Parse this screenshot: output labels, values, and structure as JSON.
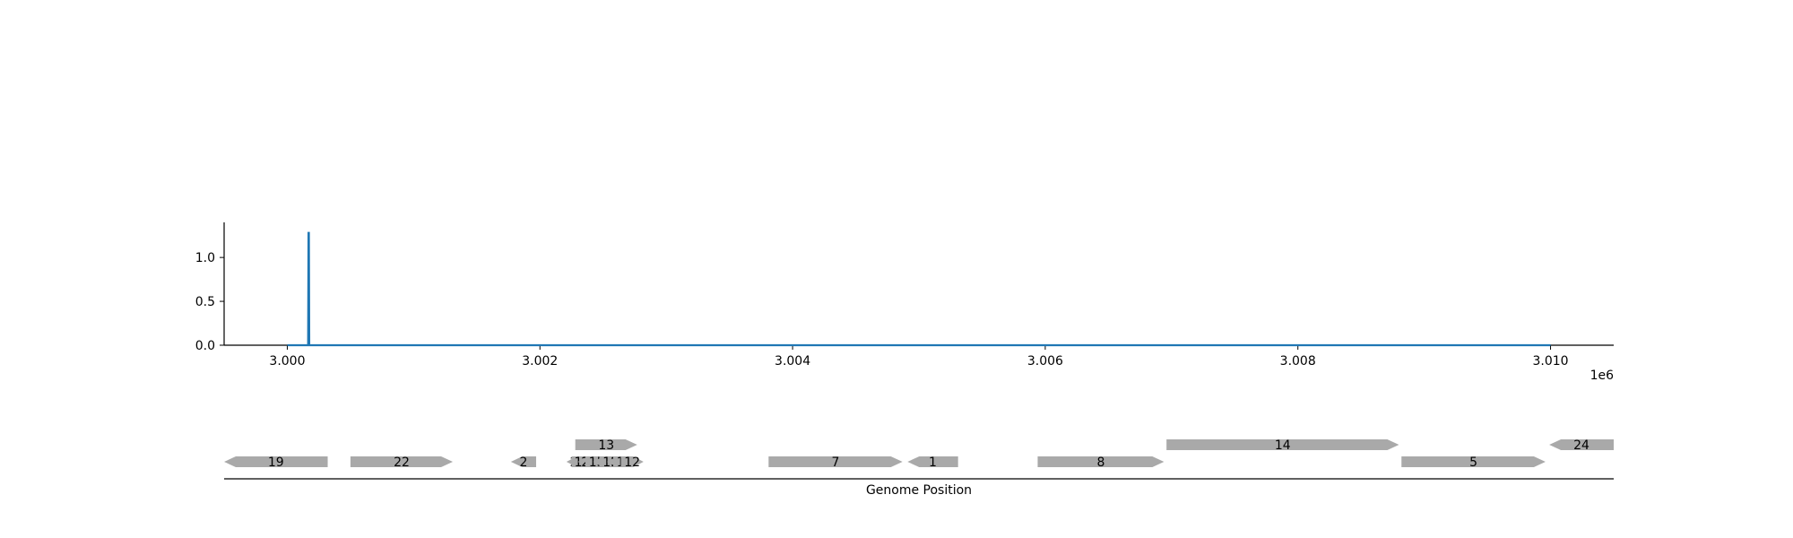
{
  "chart_data": [
    {
      "type": "line",
      "title": "",
      "xlabel": "",
      "ylabel": "",
      "x_offset_label": "1e6",
      "xlim": [
        2999500,
        3010500
      ],
      "ylim": [
        0,
        1.4
      ],
      "xticks": [
        3000000,
        3002000,
        3004000,
        3006000,
        3008000,
        3010000
      ],
      "xtick_labels": [
        "3.000",
        "3.002",
        "3.004",
        "3.006",
        "3.008",
        "3.010"
      ],
      "yticks": [
        0,
        0.5,
        1.0
      ],
      "ytick_labels": [
        "0.0",
        "0.5",
        "1.0"
      ],
      "grid": false,
      "series": [
        {
          "color": "#1f77b4",
          "x": [
            3000000,
            3000165,
            3000168,
            3000171,
            3000174,
            3010000
          ],
          "y": [
            0,
            0,
            1.28,
            1.28,
            0,
            0
          ]
        }
      ]
    },
    {
      "type": "gene_track",
      "xlabel": "Genome Position",
      "xlim": [
        2999500,
        3010500
      ],
      "feature_color": "#a9a9a9",
      "features": [
        {
          "label": "19",
          "start": 2999500,
          "end": 3000320,
          "strand": -1,
          "row": 0
        },
        {
          "label": "22",
          "start": 3000500,
          "end": 3001310,
          "strand": 1,
          "row": 0
        },
        {
          "label": "2",
          "start": 3001770,
          "end": 3001970,
          "strand": -1,
          "row": 0
        },
        {
          "label": "20",
          "start": 3002210,
          "end": 3002390,
          "strand": -1,
          "row": 0
        },
        {
          "label": "17",
          "start": 3002250,
          "end": 3002420,
          "strand": 1,
          "row": 0
        },
        {
          "label": "23",
          "start": 3002300,
          "end": 3002480,
          "strand": -1,
          "row": 0
        },
        {
          "label": "15",
          "start": 3002360,
          "end": 3002540,
          "strand": 1,
          "row": 0
        },
        {
          "label": "4",
          "start": 3002420,
          "end": 3002600,
          "strand": -1,
          "row": 0
        },
        {
          "label": "18",
          "start": 3002470,
          "end": 3002650,
          "strand": 1,
          "row": 0
        },
        {
          "label": "10",
          "start": 3002530,
          "end": 3002710,
          "strand": -1,
          "row": 0
        },
        {
          "label": "11",
          "start": 3002580,
          "end": 3002760,
          "strand": 1,
          "row": 0
        },
        {
          "label": "12",
          "start": 3002640,
          "end": 3002820,
          "strand": 1,
          "row": 0
        },
        {
          "label": "13",
          "start": 3002280,
          "end": 3002770,
          "strand": 1,
          "row": 1
        },
        {
          "label": "7",
          "start": 3003810,
          "end": 3004870,
          "strand": 1,
          "row": 0
        },
        {
          "label": "1",
          "start": 3004910,
          "end": 3005310,
          "strand": -1,
          "row": 0
        },
        {
          "label": "8",
          "start": 3005940,
          "end": 3006940,
          "strand": 1,
          "row": 0
        },
        {
          "label": "14",
          "start": 3006960,
          "end": 3008800,
          "strand": 1,
          "row": 1
        },
        {
          "label": "5",
          "start": 3008820,
          "end": 3009960,
          "strand": 1,
          "row": 0
        },
        {
          "label": "24",
          "start": 3009990,
          "end": 3010500,
          "strand": -1,
          "row": 1
        }
      ]
    }
  ]
}
